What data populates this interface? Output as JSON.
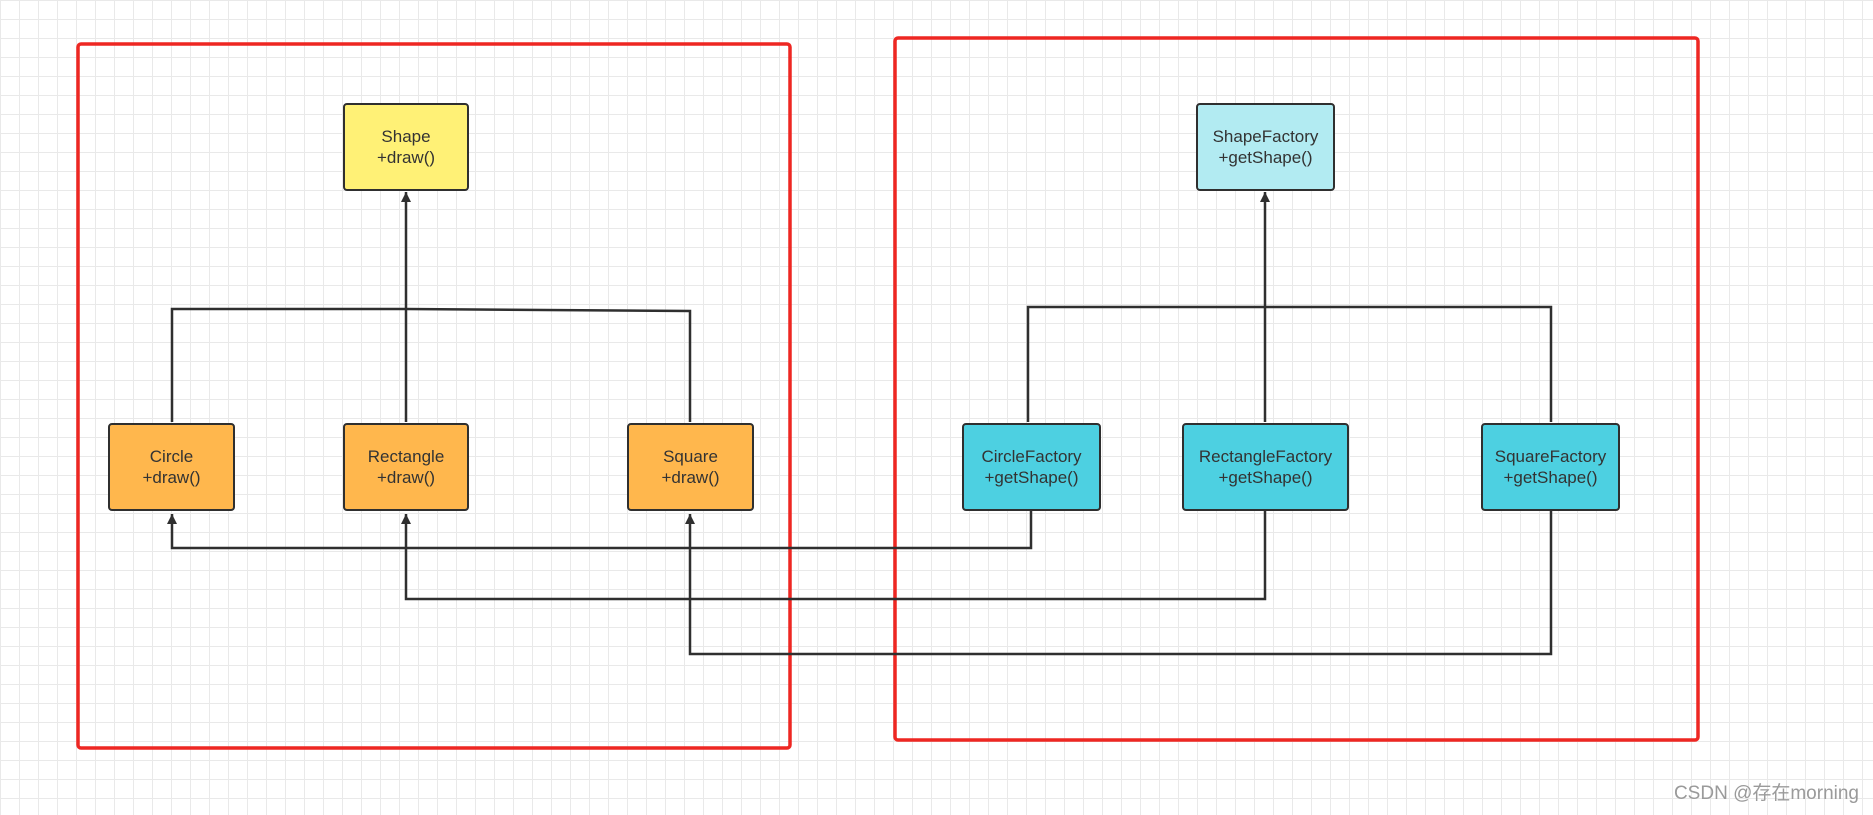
{
  "colors": {
    "grid_line": "#e9e9e9",
    "group_border": "#ee2722",
    "connector": "#2f2f2f",
    "product_interface_fill": "#fff176",
    "product_fill": "#ffb74d",
    "factory_interface_fill": "#b2ebf2",
    "factory_fill": "#4dd0e1"
  },
  "nodes": {
    "shape": {
      "name": "Shape",
      "method": "+draw()"
    },
    "circle": {
      "name": "Circle",
      "method": "+draw()"
    },
    "rectangle": {
      "name": "Rectangle",
      "method": "+draw()"
    },
    "square": {
      "name": "Square",
      "method": "+draw()"
    },
    "shape_factory": {
      "name": "ShapeFactory",
      "method": "+getShape()"
    },
    "circle_factory": {
      "name": "CircleFactory",
      "method": "+getShape()"
    },
    "rectangle_factory": {
      "name": "RectangleFactory",
      "method": "+getShape()"
    },
    "square_factory": {
      "name": "SquareFactory",
      "method": "+getShape()"
    }
  },
  "edges": [
    {
      "from": "Circle",
      "to": "Shape",
      "type": "inheritance"
    },
    {
      "from": "Rectangle",
      "to": "Shape",
      "type": "inheritance"
    },
    {
      "from": "Square",
      "to": "Shape",
      "type": "inheritance"
    },
    {
      "from": "CircleFactory",
      "to": "ShapeFactory",
      "type": "inheritance"
    },
    {
      "from": "RectangleFactory",
      "to": "ShapeFactory",
      "type": "inheritance"
    },
    {
      "from": "SquareFactory",
      "to": "ShapeFactory",
      "type": "inheritance"
    },
    {
      "from": "CircleFactory",
      "to": "Circle",
      "type": "creates"
    },
    {
      "from": "RectangleFactory",
      "to": "Rectangle",
      "type": "creates"
    },
    {
      "from": "SquareFactory",
      "to": "Square",
      "type": "creates"
    }
  ],
  "watermark": "CSDN @存在morning"
}
